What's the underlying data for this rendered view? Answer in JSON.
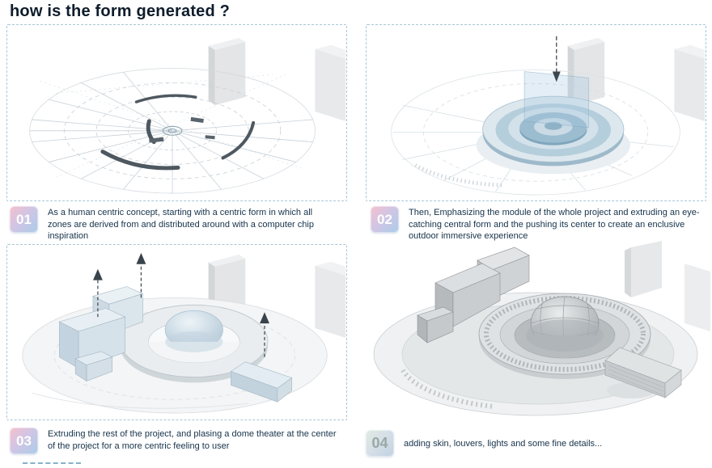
{
  "title": "how is the form generated ?",
  "steps": [
    {
      "number": "01",
      "text": "As a human centric concept, starting with a centric form in which all zones are derived from and distributed around with a computer chip inspiration"
    },
    {
      "number": "02",
      "text": "Then, Emphasizing the module of the whole project and extruding an eye-catching central form and the pushing its center to create an enclusive outdoor immersive experience"
    },
    {
      "number": "03",
      "text": "Extruding the rest of the project, and plasing a dome theater at the center of the project for a more centric feeling to user"
    },
    {
      "number": "04",
      "text": "adding skin, louvers, lights and some fine details..."
    }
  ],
  "panels": [
    {
      "name": "concept-radial-plan-sketch"
    },
    {
      "name": "central-disc-extrusion"
    },
    {
      "name": "massing-with-dome-theater"
    },
    {
      "name": "detailed-grayscale-render"
    }
  ],
  "colors": {
    "panel_border": "#a9c6d6",
    "badge_gradient": [
      "#f5c0cd",
      "#cfc5e5",
      "#a9cde8"
    ],
    "text": "#16324a",
    "accent_blue": "#8fb2c6"
  }
}
